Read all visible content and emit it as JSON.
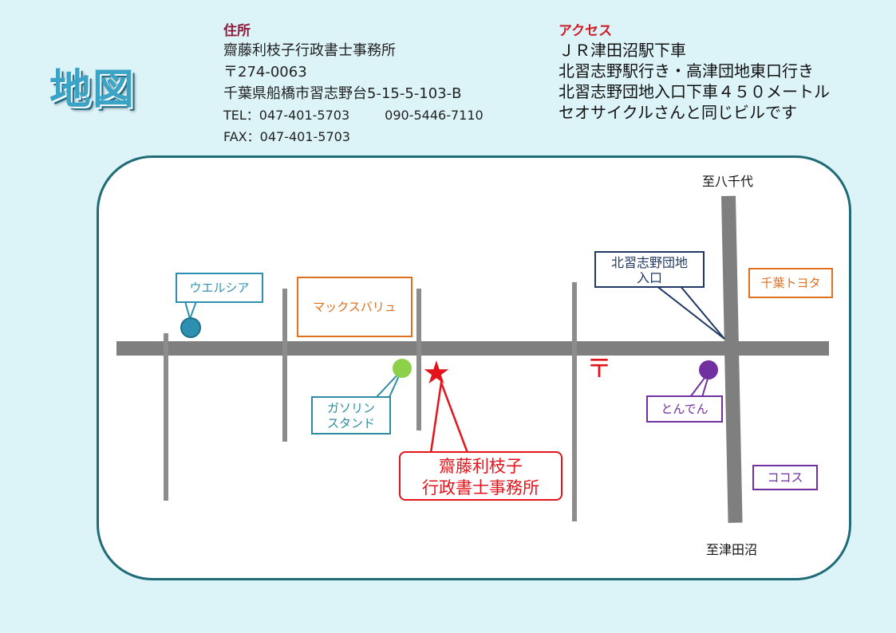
{
  "title": "地図",
  "address": {
    "heading": "住所",
    "name": "齋藤利枝子行政書士事務所",
    "postal": "〒274-0063",
    "street": "千葉県船橋市習志野台5-15-5-103-B",
    "tel": "TEL：047-401-5703",
    "mobile": "090-5446-7110",
    "fax": "FAX：047-401-5703"
  },
  "access": {
    "heading": "アクセス",
    "line1": "ＪＲ津田沼駅下車",
    "line2": "北習志野駅行き・高津団地東口行き",
    "line3": "北習志野団地入口下車４５０メートル",
    "line4": "セオサイクルさんと同じビルです"
  },
  "map": {
    "to_north": "至八千代",
    "to_south": "至津田沼",
    "welcia": "ウエルシア",
    "maxvalu": "マックスバリュ",
    "gas_station": "ガソリン\nスタンド",
    "office": "齋藤利枝子\n行政書士事務所",
    "post_office": "〒",
    "tonden": "とんでん",
    "bus_stop": "北習志野団地\n入口",
    "chiba_toyota": "千葉トヨタ",
    "cocos": "ココス"
  },
  "colors": {
    "welcia": "#2e90b0",
    "gas": "#8dd04a",
    "gas_border": "#2e8ba0",
    "office": "#e3141c",
    "tonden": "#7030a0",
    "bus_stop": "#1f3864",
    "toyota": "#e07020",
    "road": "#7f7f7f"
  }
}
